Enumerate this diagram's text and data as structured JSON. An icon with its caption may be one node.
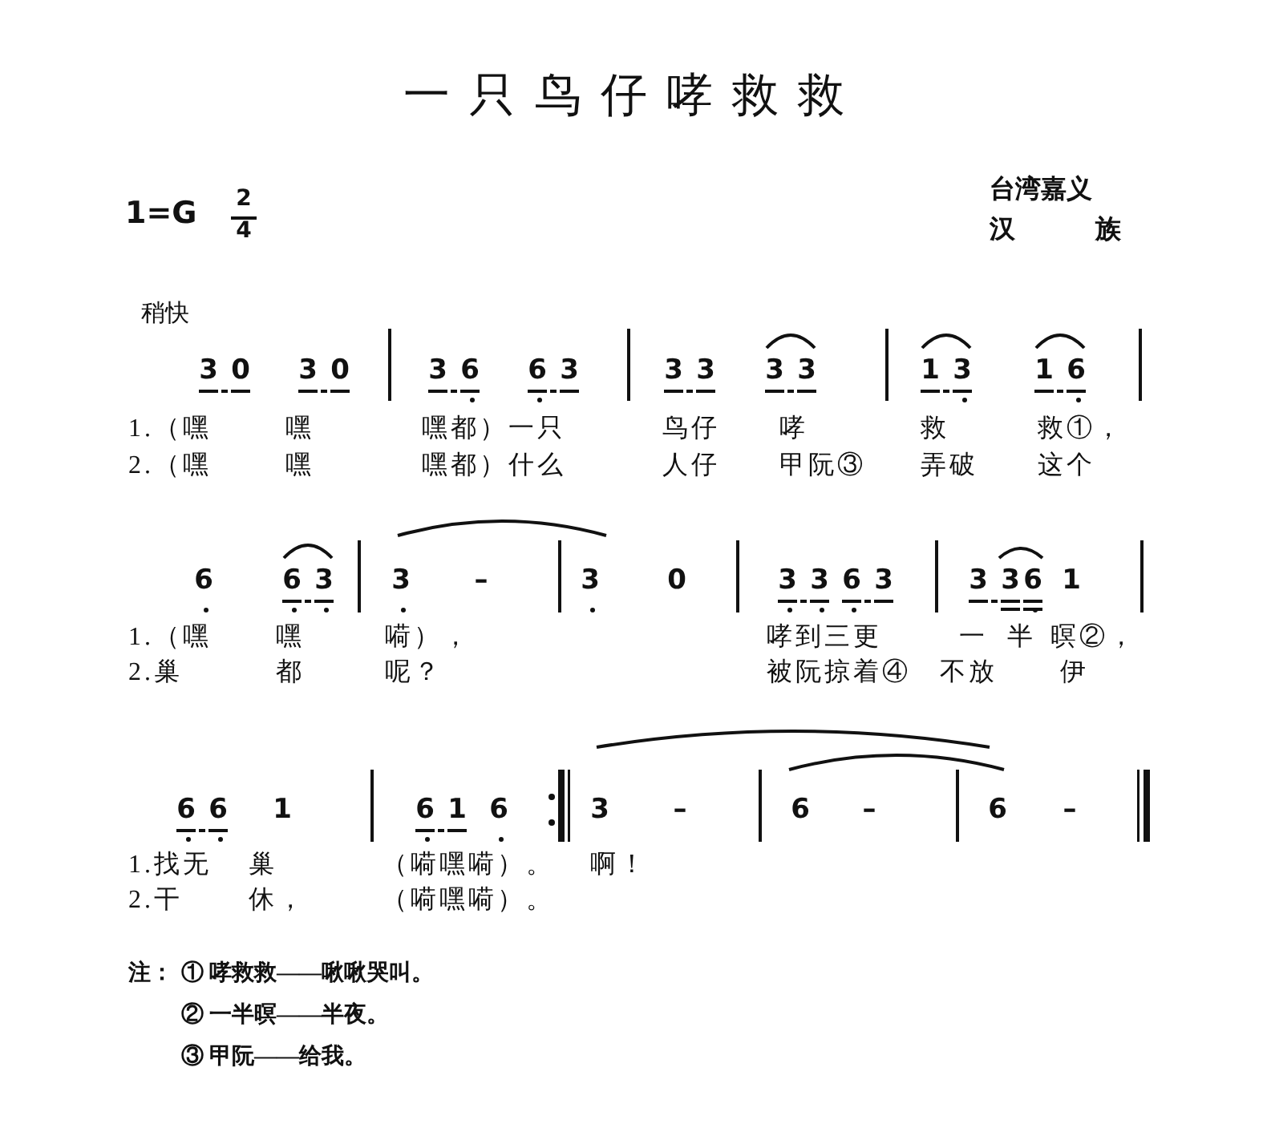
{
  "diagram": {
    "title": "一只鸟仔哮救救",
    "labels": [
      "1=G",
      "2",
      "4",
      "台湾嘉义",
      "汉族",
      "稍快",
      "3 0",
      "3 0",
      "3 6",
      "6 3",
      "3 3",
      "3 3",
      "1 3",
      "1 6",
      "1.（嘿",
      "嘿",
      "嘿都）一只",
      "鸟仔",
      "哮",
      "救",
      "救①，",
      "2.（嘿",
      "嘿",
      "嘿都）什么",
      "人仔",
      "甲阮③",
      "弄破",
      "这个",
      "6",
      "6 3",
      "3",
      "–",
      "3",
      "0",
      "3 3 6 3",
      "3 36",
      "1",
      "1.（嘿",
      "嘿",
      "嗬），",
      "哮到三更",
      "一半",
      "暝②，",
      "2.巢",
      "都",
      "呢？",
      "被阮掠着④",
      "不放",
      "伊",
      "6 6",
      "1",
      "6 1",
      "6",
      "3",
      "–",
      "6",
      "–",
      "6",
      "–",
      "1.找无",
      "巢",
      "（嗬嘿嗬）。",
      "啊！",
      "2.干",
      "休，",
      "（嗬嘿嗬）。",
      "注：",
      "① 哮救救——啾啾哭叫。",
      "② 一半暝——半夜。",
      "③ 甲阮——给我。"
    ]
  }
}
